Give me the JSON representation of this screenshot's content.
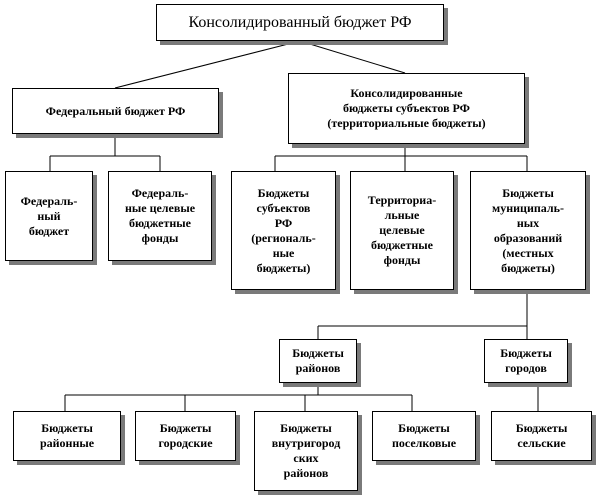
{
  "diagram": {
    "root": "Консолидированный бюджет РФ",
    "federal": "Федеральный бюджет РФ",
    "regional_consolidated": "Консолидированные\nбюджеты субъектов РФ\n(территориальные бюджеты)",
    "federal_budget": "Федераль-\nный\nбюджет",
    "federal_funds": "Федераль-\nные целевые\nбюджетные\nфонды",
    "subjects_budgets": "Бюджеты\nсубъектов\nРФ\n(региональ-\nные\nбюджеты)",
    "territorial_funds": "Территориа-\nльные\nцелевые\nбюджетные\nфонды",
    "municipal_budgets": "Бюджеты\nмуниципаль-\nных\nобразований\n(местных\nбюджеты)",
    "district_budgets": "Бюджеты\nрайонов",
    "city_budgets": "Бюджеты\nгородов",
    "leaf_district": "Бюджеты\nрайонные",
    "leaf_city": "Бюджеты\nгородские",
    "leaf_intracity": "Бюджеты\nвнутригород\nских\nрайонов",
    "leaf_settlement": "Бюджеты\nпоселковые",
    "leaf_rural": "Бюджеты\nсельские"
  }
}
